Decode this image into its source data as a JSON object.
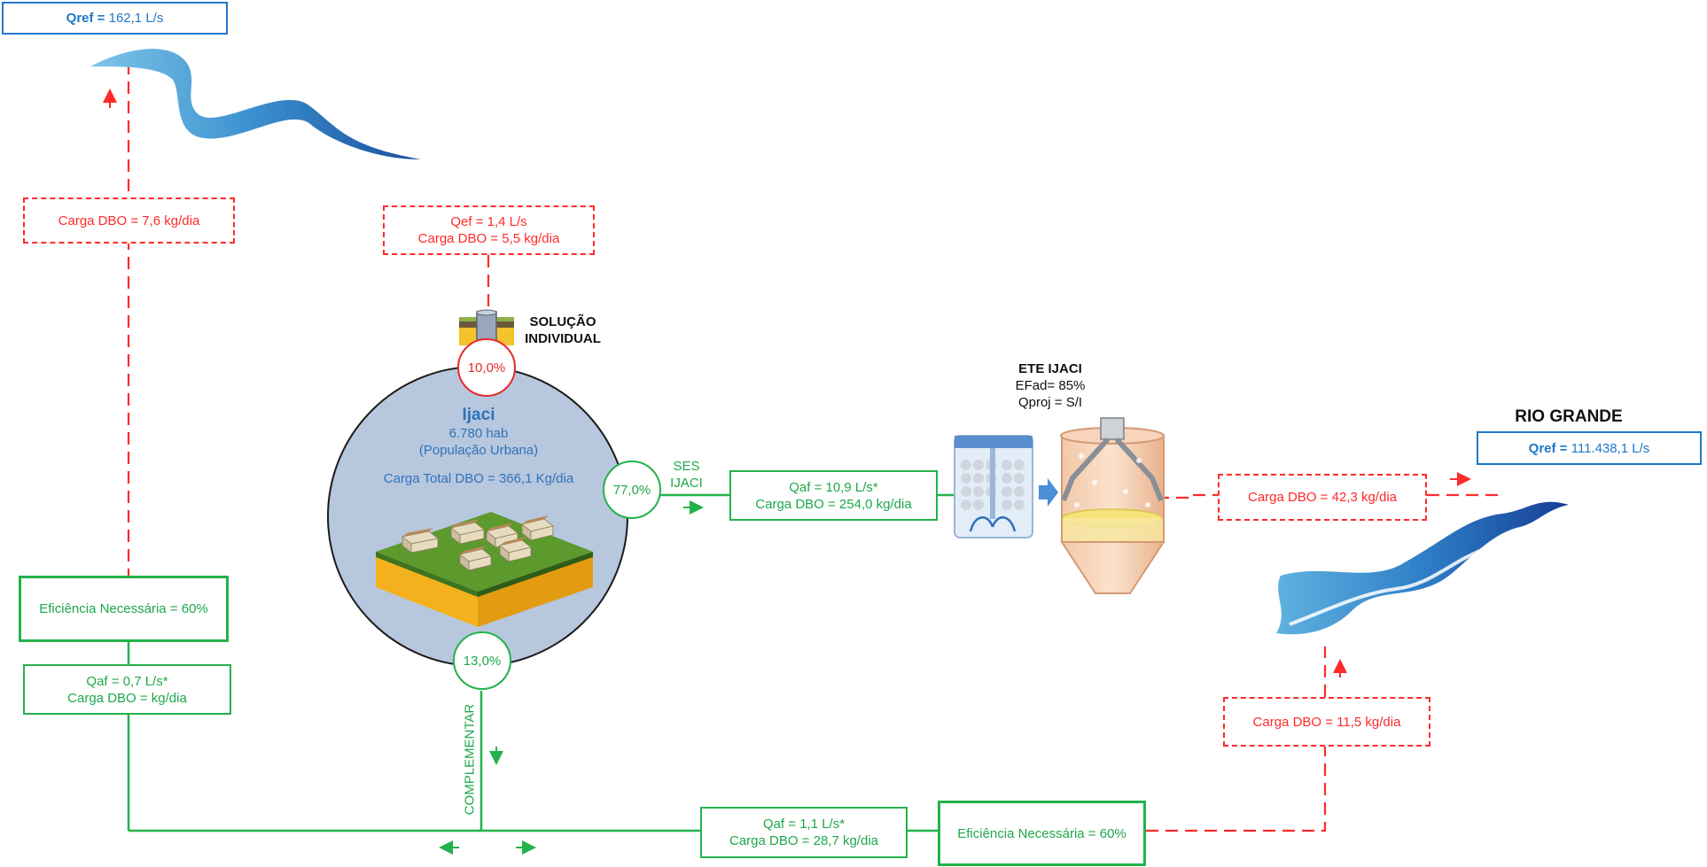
{
  "colors": {
    "red": "#ff2a2a",
    "green": "#23b24b",
    "blue": "#1f78c8",
    "city_fill": "#b7c7de"
  },
  "top_left": {
    "qref_label": "Qref =",
    "qref_value": "162,1 L/s",
    "carga_dbo": "Carga DBO = 7,6 kg/dia",
    "eficiencia": "Eficiência Necessária  = 60%",
    "qaf": "Qaf = 0,7 L/s*",
    "carga_qaf": "Carga DBO =  kg/dia"
  },
  "individual": {
    "qef": "Qef = 1,4 L/s",
    "carga_dbo": "Carga DBO = 5,5 kg/dia",
    "title_line1": "SOLUÇÃO",
    "title_line2": "INDIVIDUAL",
    "percent": "10,0%",
    "icon": "septic-tank-icon"
  },
  "city": {
    "name": "Ijaci",
    "population": "6.780 hab",
    "population_note": "(População Urbana)",
    "carga_total": "Carga Total DBO = 366,1 Kg/dia",
    "icon": "city-block-icon"
  },
  "ses": {
    "percent": "77,0%",
    "label_line1": "SES",
    "label_line2": "IJACI",
    "qaf": "Qaf = 10,9 L/s*",
    "carga_dbo": "Carga DBO = 254,0 kg/dia"
  },
  "ete": {
    "title": "ETE IJACI",
    "efad": "EFad= 85%",
    "qproj": "Qproj =  S/I",
    "carga_dbo": "Carga DBO = 42,3 kg/dia",
    "icon": "treatment-plant-icon"
  },
  "rio_grande": {
    "title": "RIO GRANDE",
    "qref_label": "Qref =",
    "qref_value": "111.438,1 L/s",
    "carga_dbo": "Carga DBO = 11,5 kg/dia",
    "icon": "river-icon"
  },
  "complementar": {
    "percent": "13,0%",
    "label": "COMPLEMENTAR",
    "qaf": "Qaf = 1,1 L/s*",
    "carga_dbo": "Carga DBO = 28,7 kg/dia",
    "eficiencia": "Eficiência Necessária  = 60%"
  }
}
